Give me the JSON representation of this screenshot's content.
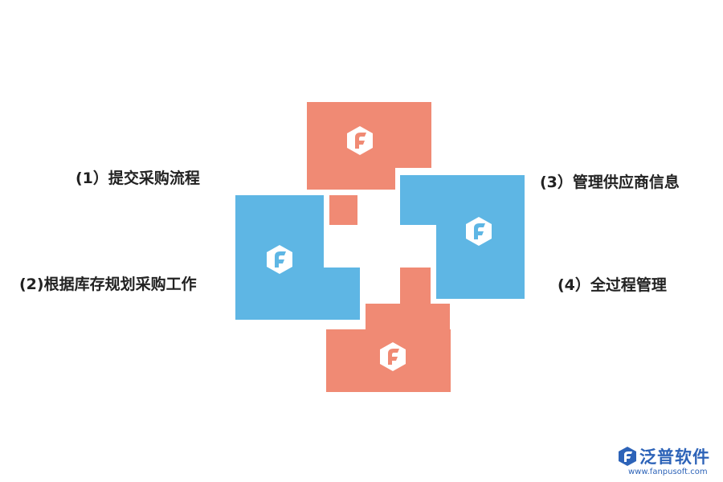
{
  "colors": {
    "orange": "#F08A74",
    "blue": "#5EB6E4",
    "white": "#ffffff",
    "brand": "#2d63b8"
  },
  "labels": {
    "item1": "(1）提交采购流程",
    "item2": "(2)根据库存规划采购工作",
    "item3": "(3）管理供应商信息",
    "item4": "(4）全过程管理"
  },
  "icon": "hexagon-f-logo-icon",
  "brand": {
    "name": "泛普软件",
    "url": "www.fanpusoft.com"
  }
}
